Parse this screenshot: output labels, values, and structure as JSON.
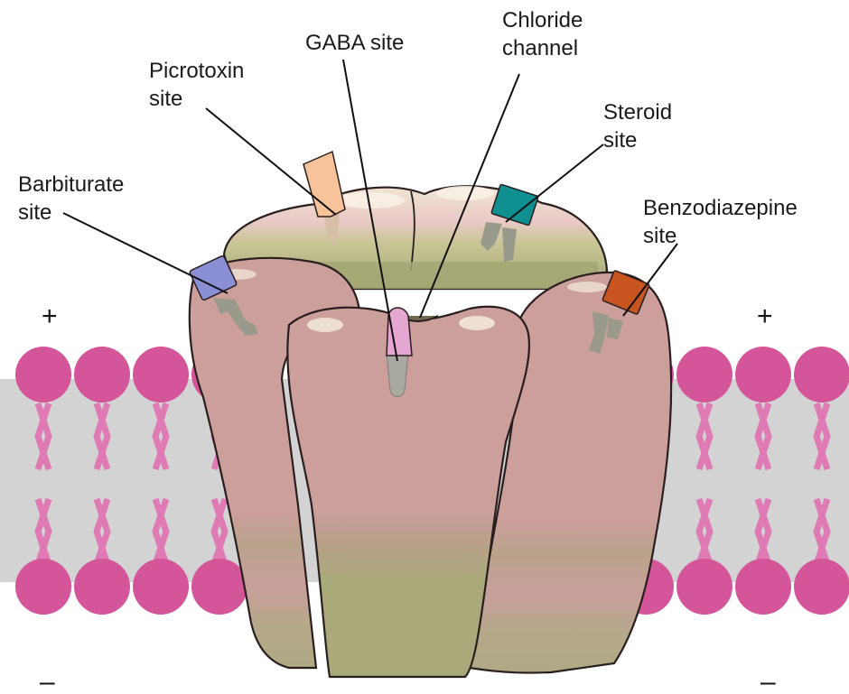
{
  "labels": {
    "gaba": "GABA site",
    "chloride": [
      "Chloride",
      "channel"
    ],
    "picrotoxin": [
      "Picrotoxin",
      "site"
    ],
    "steroid": [
      "Steroid",
      "site"
    ],
    "barbiturate": [
      "Barbiturate",
      "site"
    ],
    "benzodiazepine": [
      "Benzodiazepine",
      "site"
    ]
  },
  "charges": {
    "outside_left": "+",
    "outside_right": "+",
    "inside_left": "–",
    "inside_right": "–"
  },
  "colors": {
    "lipid_head": "#d4559a",
    "lipid_tail": "#e07ab5",
    "membrane_core": "#d3d3d3",
    "subunit_pink": "#cc9e9c",
    "subunit_olive": "#a9a97a",
    "top_cream": "#eedfd0",
    "barbiturate_site": "#8a8fd6",
    "picrotoxin_site": "#f8c39a",
    "gaba_site": "#e6a6d2",
    "steroid_site": "#0f8f8f",
    "benzodiazepine_site": "#c8551f",
    "stem_gray": "#9a9a8c"
  }
}
